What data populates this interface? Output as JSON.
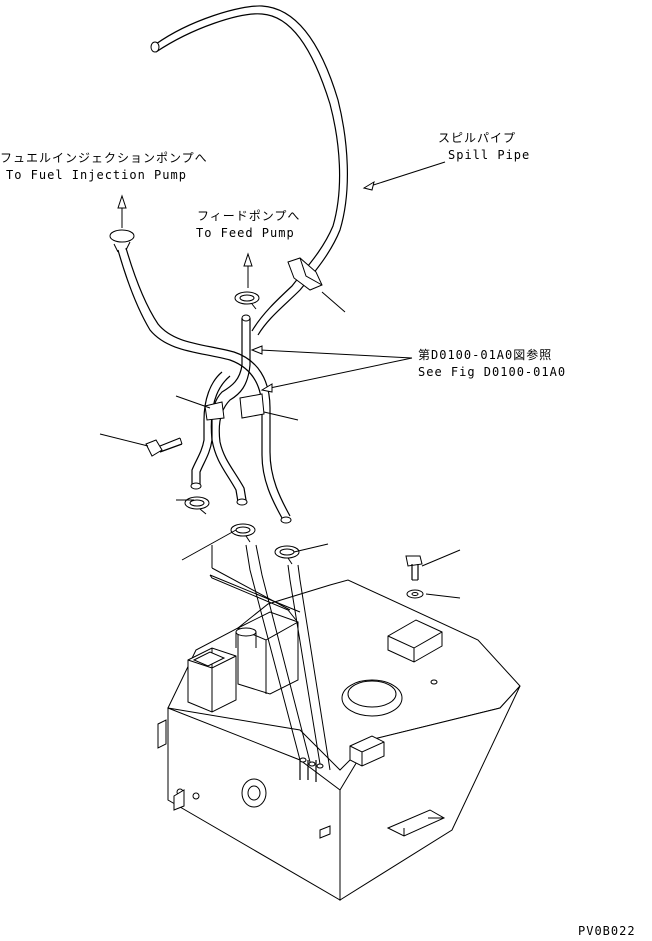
{
  "labels": {
    "spill_pipe_jp": "スピルパイプ",
    "spill_pipe_en": "Spill Pipe",
    "fuel_pump_jp": "フュエルインジェクションポンプへ",
    "fuel_pump_en": "To Fuel Injection Pump",
    "feed_pump_jp": "フィードポンプへ",
    "feed_pump_en": "To Feed Pump",
    "see_fig_jp": "第D0100-01A0図参照",
    "see_fig_en": "See Fig D0100-01A0",
    "drawing_code": "PV0B022"
  }
}
